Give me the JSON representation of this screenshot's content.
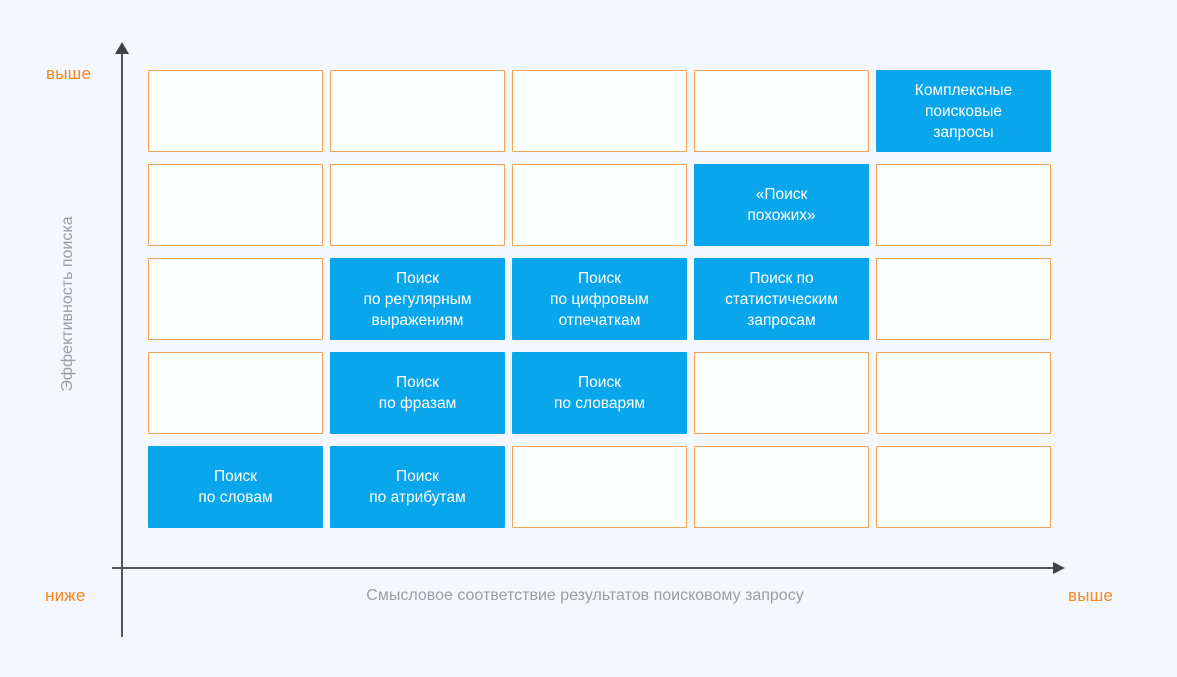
{
  "colors": {
    "background": "#f4f7fb",
    "tile_blue": "#0aa6ec",
    "tile_text": "#ffffff",
    "empty_cell_border": "#f3a355",
    "empty_cell_fill": "#fdfeff",
    "axis_extreme_orange": "#f6871f",
    "axis_title_gray": "#9b9ea3",
    "axis_line_gray": "#54565c"
  },
  "y_axis": {
    "title": "Эффективность поиска",
    "top_label": "выше"
  },
  "x_axis": {
    "title": "Смысловое соответствие результатов поисковому запросу",
    "left_label": "ниже",
    "right_label": "выше"
  },
  "grid": {
    "rows": 5,
    "cols": 5,
    "cells": [
      {
        "row": 1,
        "col": 1,
        "filled": false,
        "label": ""
      },
      {
        "row": 1,
        "col": 2,
        "filled": false,
        "label": ""
      },
      {
        "row": 1,
        "col": 3,
        "filled": false,
        "label": ""
      },
      {
        "row": 1,
        "col": 4,
        "filled": false,
        "label": ""
      },
      {
        "row": 1,
        "col": 5,
        "filled": true,
        "label": "Комплексные\nпоисковые\nзапросы"
      },
      {
        "row": 2,
        "col": 1,
        "filled": false,
        "label": ""
      },
      {
        "row": 2,
        "col": 2,
        "filled": false,
        "label": ""
      },
      {
        "row": 2,
        "col": 3,
        "filled": false,
        "label": ""
      },
      {
        "row": 2,
        "col": 4,
        "filled": true,
        "label": "«Поиск\nпохожих»"
      },
      {
        "row": 2,
        "col": 5,
        "filled": false,
        "label": ""
      },
      {
        "row": 3,
        "col": 1,
        "filled": false,
        "label": ""
      },
      {
        "row": 3,
        "col": 2,
        "filled": true,
        "label": "Поиск\nпо регулярным\nвыражениям"
      },
      {
        "row": 3,
        "col": 3,
        "filled": true,
        "label": "Поиск\nпо цифровым\nотпечаткам"
      },
      {
        "row": 3,
        "col": 4,
        "filled": true,
        "label": "Поиск по\nстатистическим\nзапросам"
      },
      {
        "row": 3,
        "col": 5,
        "filled": false,
        "label": ""
      },
      {
        "row": 4,
        "col": 1,
        "filled": false,
        "label": ""
      },
      {
        "row": 4,
        "col": 2,
        "filled": true,
        "label": "Поиск\nпо фразам"
      },
      {
        "row": 4,
        "col": 3,
        "filled": true,
        "label": "Поиск\nпо словарям"
      },
      {
        "row": 4,
        "col": 4,
        "filled": false,
        "label": ""
      },
      {
        "row": 4,
        "col": 5,
        "filled": false,
        "label": ""
      },
      {
        "row": 5,
        "col": 1,
        "filled": true,
        "label": "Поиск\nпо словам"
      },
      {
        "row": 5,
        "col": 2,
        "filled": true,
        "label": "Поиск\nпо атрибутам"
      },
      {
        "row": 5,
        "col": 3,
        "filled": false,
        "label": ""
      },
      {
        "row": 5,
        "col": 4,
        "filled": false,
        "label": ""
      },
      {
        "row": 5,
        "col": 5,
        "filled": false,
        "label": ""
      }
    ]
  }
}
